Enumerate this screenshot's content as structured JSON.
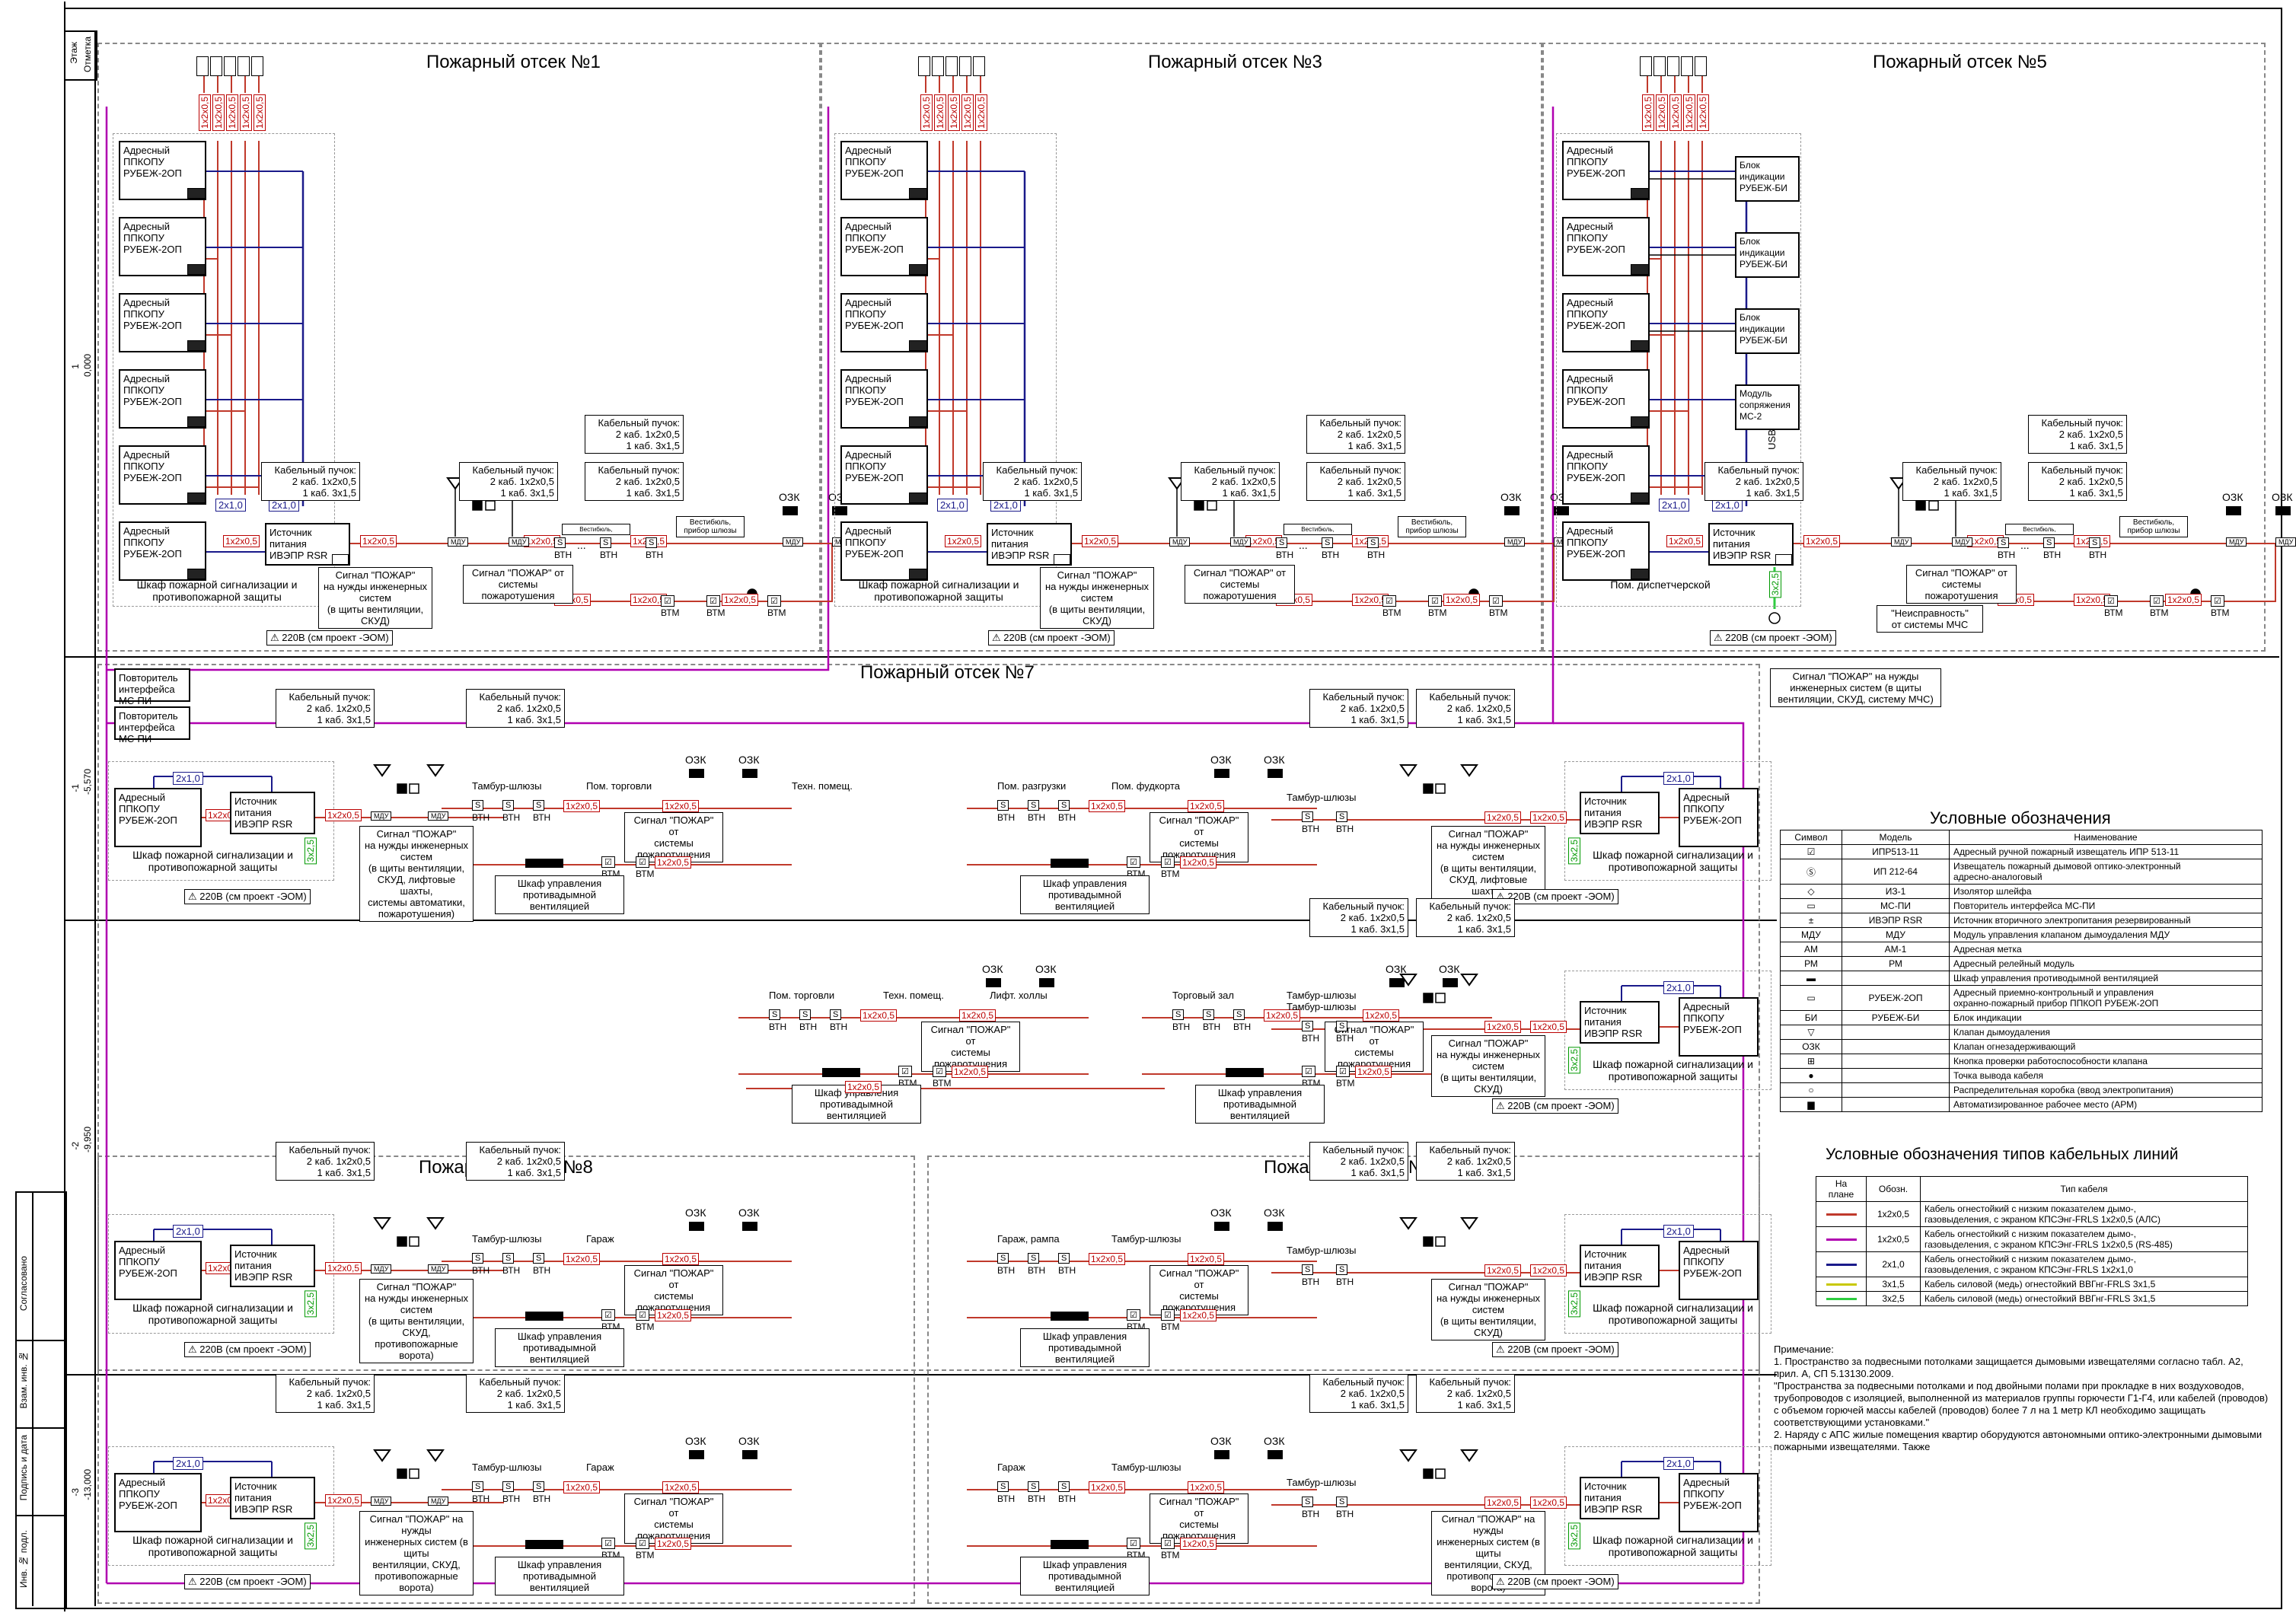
{
  "stamp": {
    "floor_header": "Этаж",
    "mark_header": "Отметка",
    "floors": [
      {
        "floor": "1",
        "mark": "0,000"
      },
      {
        "floor": "-1",
        "mark": "-5,570"
      },
      {
        "floor": "-2",
        "mark": "-9,950"
      },
      {
        "floor": "-3",
        "mark": "-13,000"
      }
    ],
    "side_labels": [
      "Инв. № подл.",
      "Подпись и дата",
      "Взам. инв. №",
      "Согласовано"
    ]
  },
  "zones": {
    "z1": "Пожарный отсек №1",
    "z3": "Пожарный отсек №3",
    "z5": "Пожарный отсек №5",
    "z7": "Пожарный отсек №7",
    "z8": "Пожарный отсек №8",
    "z9": "Пожарный отсек №9"
  },
  "devices": {
    "ppkopu": "Адресный\nППКОПУ\nРУБЕЖ-2ОП",
    "ppkopu_right": "Адресный\nППКОПУ\nРУБЕЖ-2ОП",
    "psu": "Источник\nпитания\nИВЭПР RSR",
    "bi": "Блок\nиндикации\nРУБЕЖ-БИ",
    "ms2": "Модуль\nсопряжения\nМС-2",
    "repeater": "Повторитель\nинтерфейса\nМС-ПИ",
    "usb": "USB",
    "cabinet": "Шкаф пожарной сигнализации и\nпротивопожарной защиты",
    "dispatch": "Пом. диспетчерской",
    "smoke_cabinet": "Шкаф управления\nпротивадымной вентиляцией"
  },
  "cables": {
    "bundle_a": "Кабельный пучок:\n2 каб. 1х2х0,5\n1 каб. 3х1,5",
    "bundle_b": "Кабельный пучок:\n2 каб. 1х2х0,5\n1 каб. 3х1,5",
    "c1": "1х2х0,5",
    "c2": "2х1,0",
    "c3": "3х2,5",
    "power": "220В (см проект -ЭОМ)",
    "vtn": "ВТН",
    "vtm": "ВТМ",
    "ozk": "ОЗК",
    "dots": "..."
  },
  "signals": {
    "fire_eng": "Сигнал \"ПОЖАР\"\nна нужды инженерных\nсистем\n(в щиты вентиляции,\nСКУД)",
    "fire_from": "Сигнал \"ПОЖАР\" от\nсистемы пожаротушения",
    "fault": "\"Неисправность\"\nот системы МЧС",
    "fire_mchs": "Сигнал \"ПОЖАР\" на нужды\nинженерных систем (в щиты\nвентиляции, СКУД, систему МЧС)",
    "fire_eng_b1": "Сигнал \"ПОЖАР\"\nна нужды инженерных\nсистем\n(в щиты вентиляции,\nСКУД, лифтовые шахты,\nсистемы автоматики,\nпожаротушения)",
    "fire_eng_b1r": "Сигнал \"ПОЖАР\"\nна нужды инженерных\nсистем\n(в щиты вентиляции,\nСКУД, лифтовые шахты)",
    "fire_eng_b3": "Сигнал \"ПОЖАР\" на нужды\nинженерных систем (в щиты\nвентиляции, СКУД,\nпротивопожарные ворота)",
    "fire_eng_z8": "Сигнал \"ПОЖАР\"\nна нужды инженерных\nсистем\n(в щиты вентиляции,\nСКУД,\nпротивопожарные\nворота)"
  },
  "rooms": {
    "tambur": "Тамбур-шлюзы",
    "trade": "Пом. торговли",
    "tech": "Техн. помещ.",
    "unload": "Пом. разгрузки",
    "food": "Пом. фудкорта",
    "lift": "Лифт. холлы",
    "hall": "Торговый зал",
    "garage": "Гараж",
    "garage_ramp": "Гараж, рампа",
    "vestibule": "Вестибюль,\nприбор шлюзы"
  },
  "legend": {
    "title": "Условные обозначения",
    "headers": [
      "Символ",
      "Модель",
      "Наименование"
    ],
    "rows": [
      {
        "sym": "☑",
        "model": "ИПР513-11",
        "name": "Адресный ручной пожарный извещатель ИПР 513-11"
      },
      {
        "sym": "Ⓢ",
        "model": "ИП 212-64",
        "name": "Извещатель пожарный дымовой оптико-электронный\nадресно-аналоговый"
      },
      {
        "sym": "◇",
        "model": "ИЗ-1",
        "name": "Изолятор шлейфа"
      },
      {
        "sym": "▭",
        "model": "МС-ПИ",
        "name": "Повторитель интерфейса МС-ПИ"
      },
      {
        "sym": "±",
        "model": "ИВЭПР RSR",
        "name": "Источник вторичного электропитания резервированный"
      },
      {
        "sym": "МДУ",
        "model": "МДУ",
        "name": "Модуль управления клапаном дымоудаления МДУ"
      },
      {
        "sym": "АМ",
        "model": "АМ-1",
        "name": "Адресная метка"
      },
      {
        "sym": "РМ",
        "model": "РМ",
        "name": "Адресный релейный модуль"
      },
      {
        "sym": "▬",
        "model": "",
        "name": "Шкаф управления противодымной вентиляцией"
      },
      {
        "sym": "▭",
        "model": "РУБЕЖ-2ОП",
        "name": "Адресный приемно-контрольный и управления\nохранно-пожарный прибор ППКОП РУБЕЖ-2ОП"
      },
      {
        "sym": "БИ",
        "model": "РУБЕЖ-БИ",
        "name": "Блок индикации"
      },
      {
        "sym": "▽",
        "model": "",
        "name": "Клапан дымоудаления"
      },
      {
        "sym": "ОЗК",
        "model": "",
        "name": "Клапан огнезадерживающий"
      },
      {
        "sym": "⊞",
        "model": "",
        "name": "Кнопка проверки работоспособности клапана"
      },
      {
        "sym": "●",
        "model": "",
        "name": "Точка вывода кабеля"
      },
      {
        "sym": "○",
        "model": "",
        "name": "Распределительная коробка (ввод электропитания)"
      },
      {
        "sym": "▆",
        "model": "",
        "name": "Автоматизированное рабочее место (АРМ)"
      }
    ]
  },
  "cable_legend": {
    "title": "Условные обозначения типов кабельных линий",
    "headers": [
      "На\nплане",
      "Обозн.",
      "Тип кабеля"
    ],
    "rows": [
      {
        "color": "#c0392b",
        "code": "1х2х0,5",
        "name": "Кабель огнестойкий с низким показателем дымо-,\nгазовыделения, с экраном КПСЭнг-FRLS 1х2х0,5 (АЛС)"
      },
      {
        "color": "#b000b0",
        "code": "1х2х0,5",
        "name": "Кабель огнестойкий с низким показателем дымо-,\nгазовыделения, с экраном КПСЭнг-FRLS 1х2х0,5 (RS-485)"
      },
      {
        "color": "#1a1a8a",
        "code": "2х1,0",
        "name": "Кабель огнестойкий с низким показателем дымо-,\nгазовыделения, с экраном КПСЭнг-FRLS 1х2х1,0"
      },
      {
        "color": "#c8c800",
        "code": "3х1,5",
        "name": "Кабель силовой (медь) огнестойкий ВВГнг-FRLS 3х1,5"
      },
      {
        "color": "#2ecc40",
        "code": "3х2,5",
        "name": "Кабель силовой (медь) огнестойкий ВВГнг-FRLS 3х1,5"
      }
    ]
  },
  "notes": "Примечание:\n1. Пространство за подвесными потолками защищается дымовыми извещателями согласно табл. А2,\nприл. А, СП 5.13130.2009.\n\"Пространства за подвесными потолками и под двойными полами при прокладке в них воздуховодов,\nтрубопроводов с изоляцией, выполненной из материалов группы горючести Г1-Г4, или кабелей (проводов)\nс объемом горючей массы кабелей (проводов) более 7 л на 1 метр КЛ необходимо защищать\nсоответствующими установками.\"\n2. Наряду с АПС жилые помещения квартир оборудуются автономными оптико-электронными дымовыми\nпожарными извещателями. Также",
  "colors": {
    "red": "#c0392b",
    "purple": "#b000b0",
    "blue": "#1a1a8a",
    "green": "#2ecc40",
    "yellow": "#c8c800"
  }
}
